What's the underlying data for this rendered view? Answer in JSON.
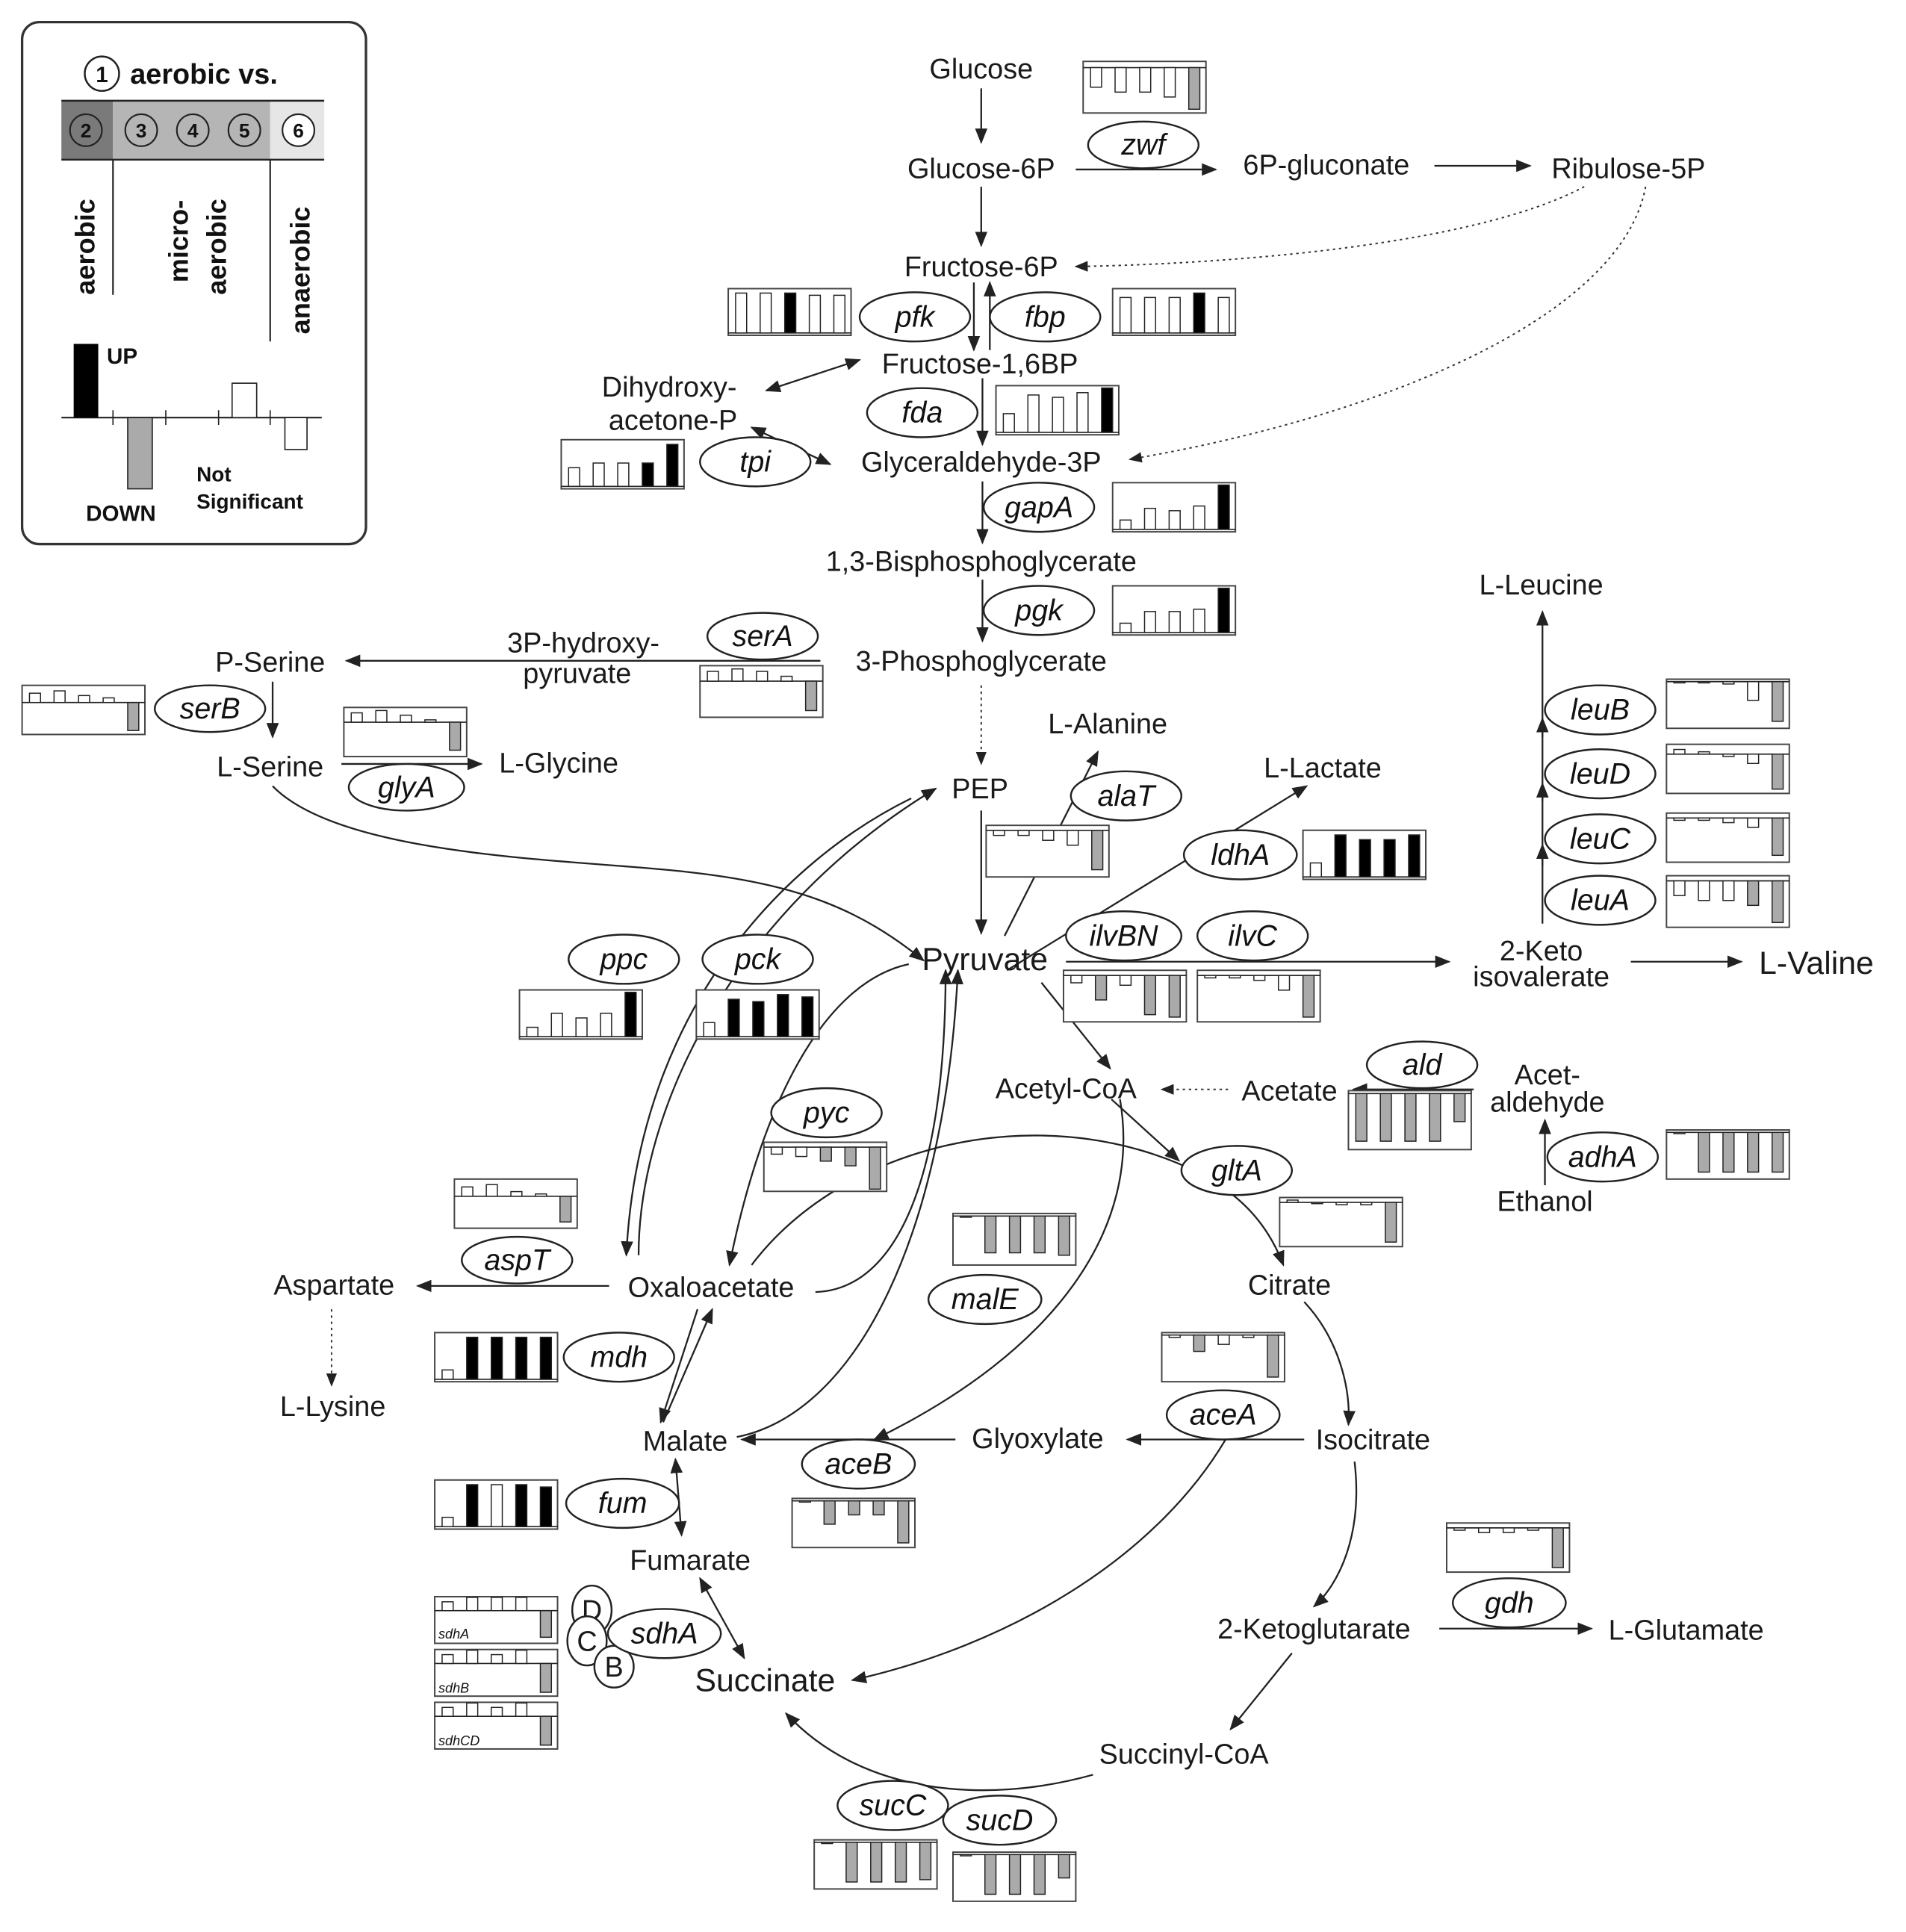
{
  "legend": {
    "ref_number": "1",
    "title": "aerobic vs.",
    "numbers": [
      "2",
      "3",
      "4",
      "5",
      "6"
    ],
    "aerobic": "aerobic",
    "micro": [
      "micro-",
      "aerobic"
    ],
    "anaerobic": "anaerobic",
    "up": "UP",
    "down": "DOWN",
    "ns": [
      "Not",
      "Significant"
    ]
  },
  "metabolites": {
    "glucose": "Glucose",
    "g6p": "Glucose-6P",
    "pgluconate": "6P-gluconate",
    "ribulose": "Ribulose-5P",
    "f6p": "Fructose-6P",
    "f16bp": "Fructose-1,6BP",
    "dhap1": "Dihydroxy-",
    "dhap2": "acetone-P",
    "g3p": "Glyceraldehyde-3P",
    "bpg": "1,3-Bisphosphoglycerate",
    "pga": "3-Phosphoglycerate",
    "hp1": "3P-hydroxy-",
    "hp2": "pyruvate",
    "pserine": "P-Serine",
    "lserine": "L-Serine",
    "glycine": "L-Glycine",
    "pep": "PEP",
    "alanine": "L-Alanine",
    "lactate": "L-Lactate",
    "pyruvate": "Pyruvate",
    "leucine": "L-Leucine",
    "keto1": "2-Keto",
    "keto2": "isovalerate",
    "valine": "L-Valine",
    "acetylcoa": "Acetyl-CoA",
    "acetate": "Acetate",
    "acetald1": "Acet-",
    "acetald2": "aldehyde",
    "ethanol": "Ethanol",
    "aspartate": "Aspartate",
    "oaa": "Oxaloacetate",
    "lysine": "L-Lysine",
    "citrate": "Citrate",
    "malate": "Malate",
    "glyoxylate": "Glyoxylate",
    "isocitrate": "Isocitrate",
    "fumarate": "Fumarate",
    "succinate": "Succinate",
    "akg": "2-Ketoglutarate",
    "glutamate": "L-Glutamate",
    "succoa": "Succinyl-CoA"
  },
  "genes": {
    "zwf": "zwf",
    "pfk": "pfk",
    "fbp": "fbp",
    "fda": "fda",
    "tpi": "tpi",
    "gapA": "gapA",
    "pgk": "pgk",
    "serA": "serA",
    "serB": "serB",
    "glyA": "glyA",
    "alaT": "alaT",
    "ldhA": "ldhA",
    "ilvBN": "ilvBN",
    "ilvC": "ilvC",
    "leuB": "leuB",
    "leuD": "leuD",
    "leuC": "leuC",
    "leuA": "leuA",
    "ppc": "ppc",
    "pck": "pck",
    "pyc": "pyc",
    "ald": "ald",
    "adhA": "adhA",
    "gltA": "gltA",
    "aspT": "aspT",
    "malE": "malE",
    "mdh": "mdh",
    "aceA": "aceA",
    "aceB": "aceB",
    "fum": "fum",
    "sdhA": "sdhA",
    "sdhD": "D",
    "sdhC": "C",
    "sdhB": "B",
    "gdh": "gdh",
    "sucC": "sucC",
    "sucD": "sucD"
  },
  "sdh_chart_labels": [
    "sdhA",
    "sdhB",
    "sdhCD"
  ]
}
